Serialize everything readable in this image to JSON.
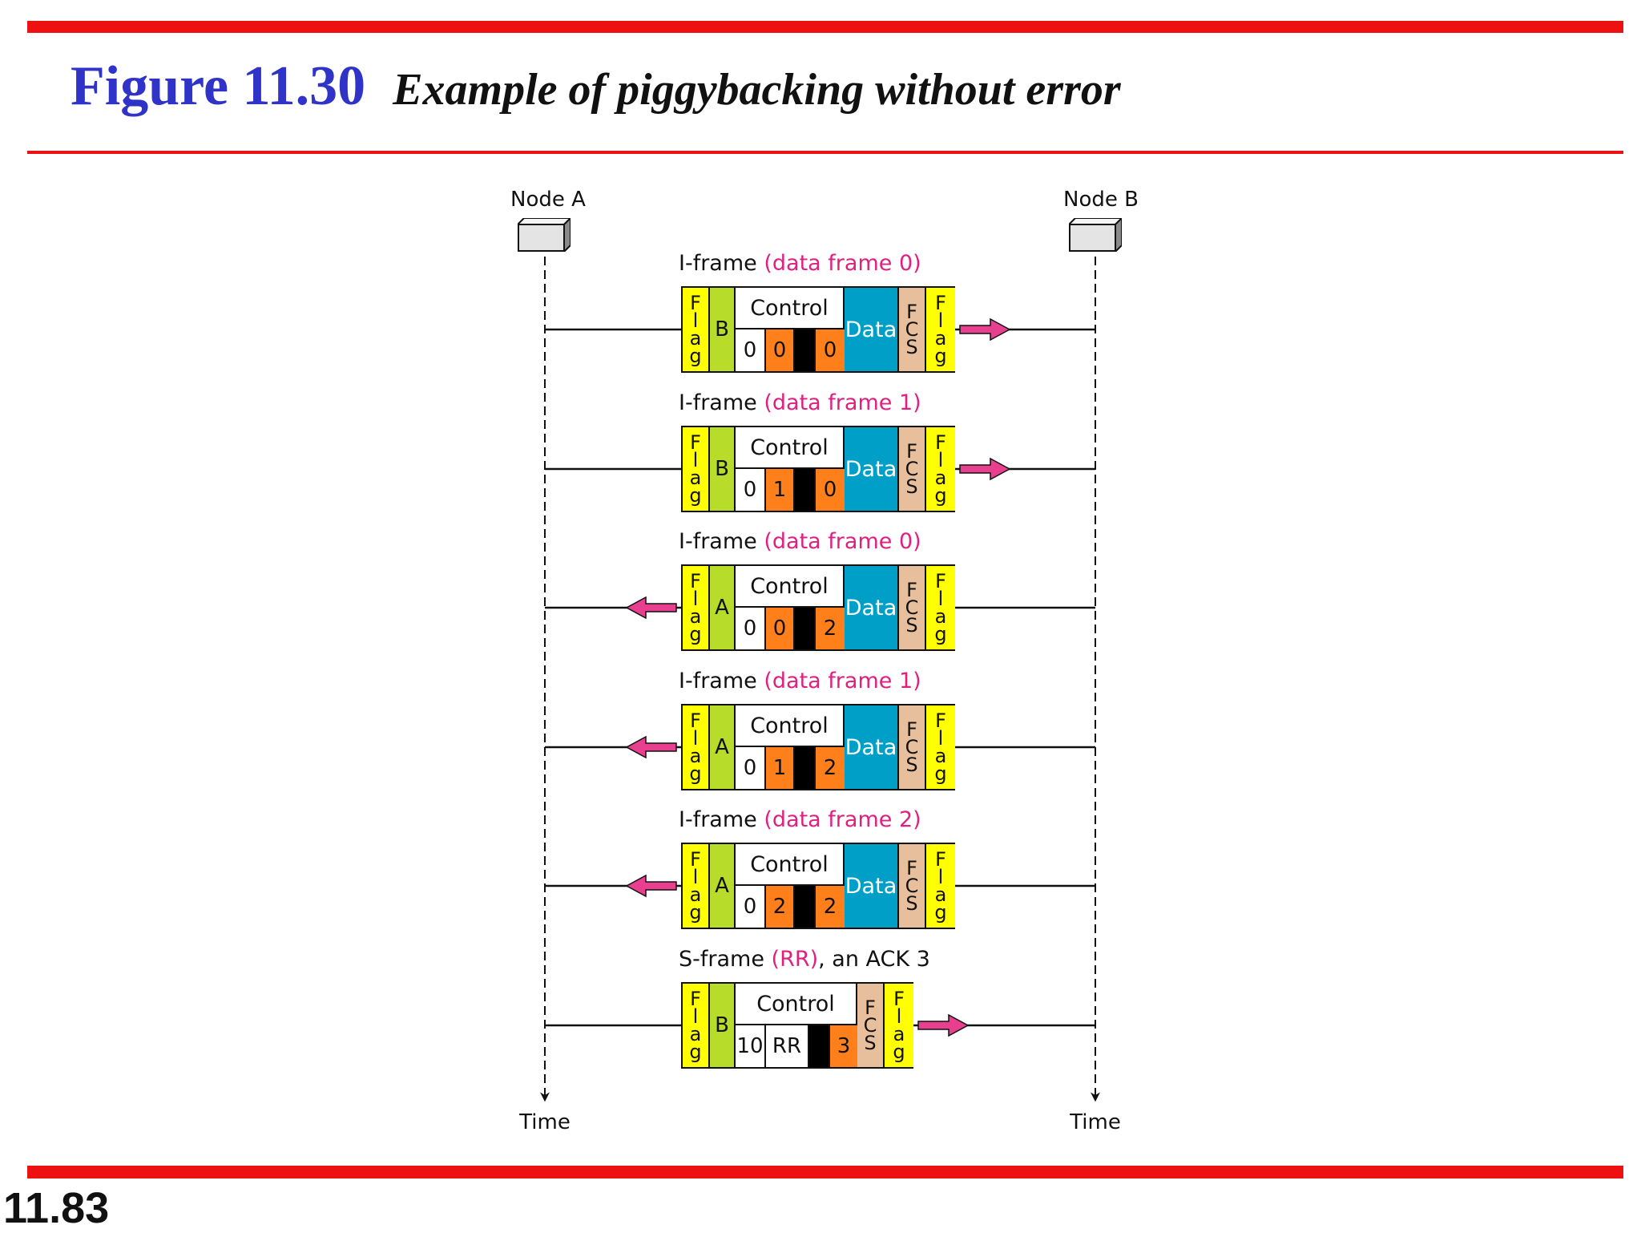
{
  "figure": {
    "number": "Figure 11.30",
    "caption": "Example of piggybacking without error"
  },
  "slide_number": "11.83",
  "nodes": {
    "a": "Node A",
    "b": "Node B"
  },
  "time_label": "Time",
  "field_labels": {
    "flag": "Flag",
    "control": "Control",
    "data": "Data",
    "fcs": "FCS"
  },
  "frames": [
    {
      "type": "I-frame",
      "desc": "(data frame 0)",
      "suffix": "",
      "address": "B",
      "direction": "A-to-B",
      "control": [
        "0",
        "0",
        "",
        "0"
      ]
    },
    {
      "type": "I-frame",
      "desc": "(data frame 1)",
      "suffix": "",
      "address": "B",
      "direction": "A-to-B",
      "control": [
        "0",
        "1",
        "",
        "0"
      ]
    },
    {
      "type": "I-frame",
      "desc": "(data frame 0)",
      "suffix": "",
      "address": "A",
      "direction": "B-to-A",
      "control": [
        "0",
        "0",
        "",
        "2"
      ]
    },
    {
      "type": "I-frame",
      "desc": "(data frame 1)",
      "suffix": "",
      "address": "A",
      "direction": "B-to-A",
      "control": [
        "0",
        "1",
        "",
        "2"
      ]
    },
    {
      "type": "I-frame",
      "desc": "(data frame 2)",
      "suffix": "",
      "address": "A",
      "direction": "B-to-A",
      "control": [
        "0",
        "2",
        "",
        "2"
      ]
    },
    {
      "type": "S-frame",
      "desc": "(RR)",
      "suffix": ", an ACK 3",
      "address": "B",
      "direction": "A-to-B",
      "control": [
        "10",
        "RR",
        "",
        "3"
      ]
    }
  ],
  "colors": {
    "title_blue": "#2f33c8",
    "rule_red": "#ee1111",
    "highlight_pink": "#e0207f",
    "flag": "#ffff00",
    "address": "#b8dc2a",
    "sequence_orange": "#ff7f1a",
    "data": "#009fc8",
    "fcs": "#e8bf9c",
    "node_box": "#e4e4e4"
  }
}
